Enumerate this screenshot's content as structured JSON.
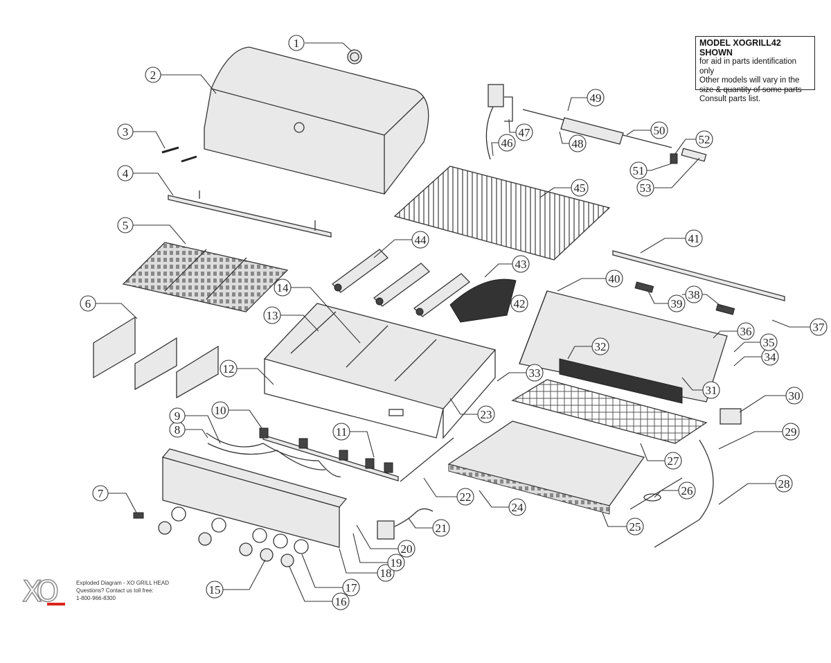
{
  "note": {
    "title": "MODEL XOGRILL42 SHOWN",
    "lines": [
      "for aid in parts identification only",
      "Other models will vary in the",
      "size & quantity of some parts",
      "Consult parts list."
    ]
  },
  "footer": {
    "logo": "XO",
    "title": "Exploded Diagram - XO GRILL HEAD",
    "contact": "Questions? Contact us toll free:",
    "phone": "1-800-966-8300"
  },
  "callouts": [
    "1",
    "2",
    "3",
    "4",
    "5",
    "6",
    "7",
    "8",
    "9",
    "10",
    "11",
    "12",
    "13",
    "14",
    "15",
    "16",
    "17",
    "18",
    "19",
    "20",
    "21",
    "22",
    "23",
    "24",
    "25",
    "26",
    "27",
    "28",
    "29",
    "30",
    "31",
    "32",
    "33",
    "34",
    "35",
    "36",
    "37",
    "38",
    "39",
    "40",
    "41",
    "42",
    "43",
    "44",
    "45",
    "46",
    "47",
    "48",
    "49",
    "50",
    "51",
    "52",
    "53"
  ],
  "colors": {
    "line": "#333333",
    "accent": "#d9251d"
  }
}
